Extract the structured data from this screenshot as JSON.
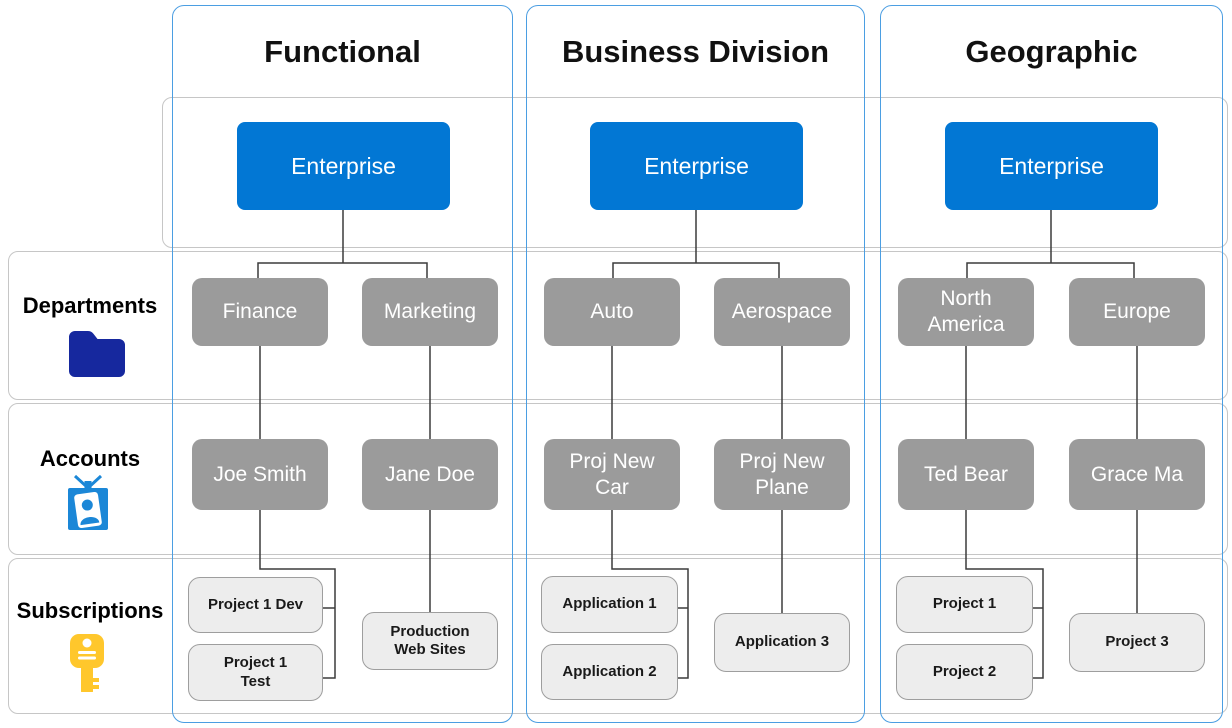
{
  "diagram": {
    "columns": [
      {
        "title": "Functional",
        "enterprise": "Enterprise",
        "departments": [
          "Finance",
          "Marketing"
        ],
        "accounts": [
          "Joe Smith",
          "Jane Doe"
        ],
        "subscriptions": [
          "Project 1 Dev",
          "Project 1\nTest",
          "Production\nWeb Sites"
        ]
      },
      {
        "title": "Business Division",
        "enterprise": "Enterprise",
        "departments": [
          "Auto",
          "Aerospace"
        ],
        "accounts": [
          "Proj New\nCar",
          "Proj New\nPlane"
        ],
        "subscriptions": [
          "Application 1",
          "Application 2",
          "Application 3"
        ]
      },
      {
        "title": "Geographic",
        "enterprise": "Enterprise",
        "departments": [
          "North\nAmerica",
          "Europe"
        ],
        "accounts": [
          "Ted Bear",
          "Grace Ma"
        ],
        "subscriptions": [
          "Project 1",
          "Project 2",
          "Project 3"
        ]
      }
    ],
    "row_labels": [
      {
        "label": "Departments",
        "icon": "folder-icon"
      },
      {
        "label": "Accounts",
        "icon": "id-badge-icon"
      },
      {
        "label": "Subscriptions",
        "icon": "key-icon"
      }
    ],
    "colors": {
      "enterprise_fill": "#0277d4",
      "department_account_fill": "#9b9b9b",
      "subscription_fill": "#ededed",
      "column_border": "#4b9ee2",
      "band_border": "#c6c6c6",
      "connector": "#3c3c3c",
      "folder_icon": "#16289e",
      "id_badge_icon": "#1b87d7",
      "key_icon": "#ffc72c"
    }
  }
}
